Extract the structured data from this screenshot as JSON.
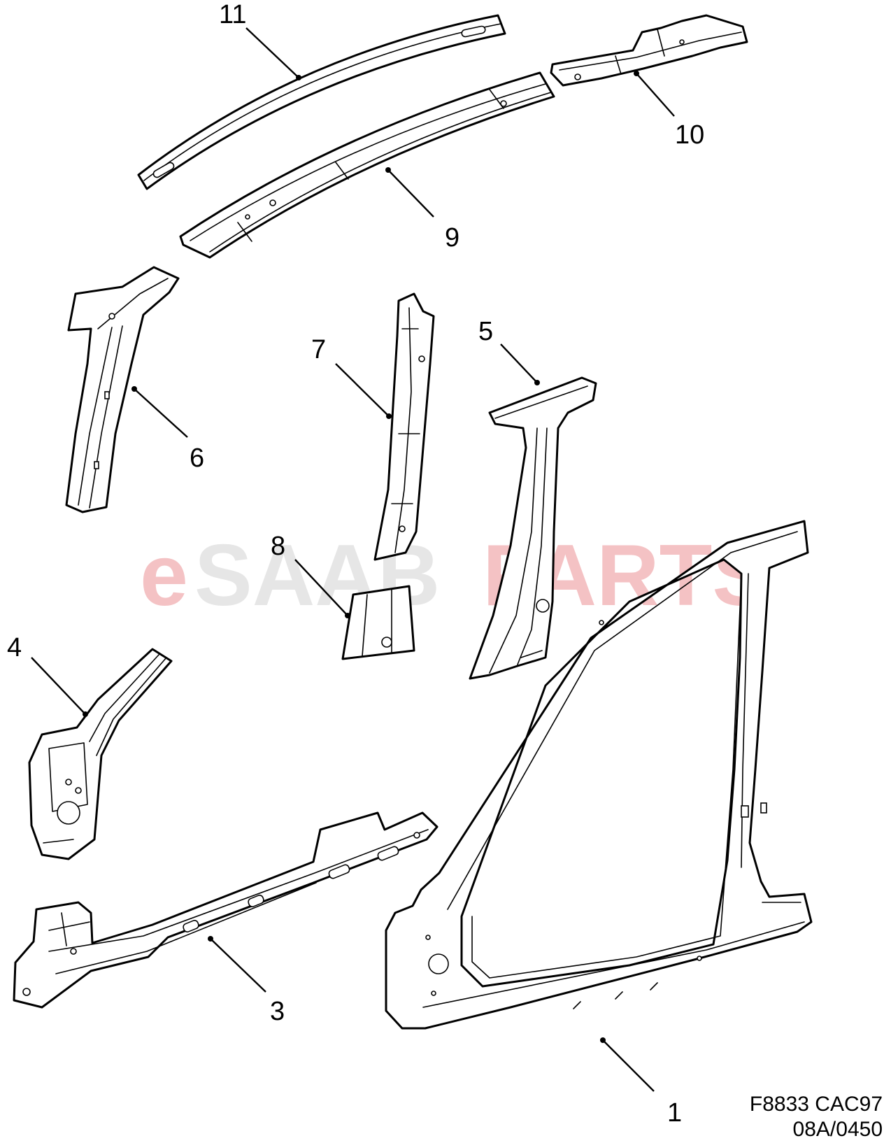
{
  "watermark": {
    "e": "e",
    "saab": "SAAB",
    "parts": "PARTS",
    "color_e": "#e8797e",
    "color_saab": "#c8c8c8",
    "color_parts": "#e8797e"
  },
  "callouts": [
    "1",
    "3",
    "4",
    "5",
    "6",
    "7",
    "8",
    "9",
    "10",
    "11"
  ],
  "figure_code": {
    "line1": "F8833 CAC97",
    "line2": "08A/0450"
  }
}
